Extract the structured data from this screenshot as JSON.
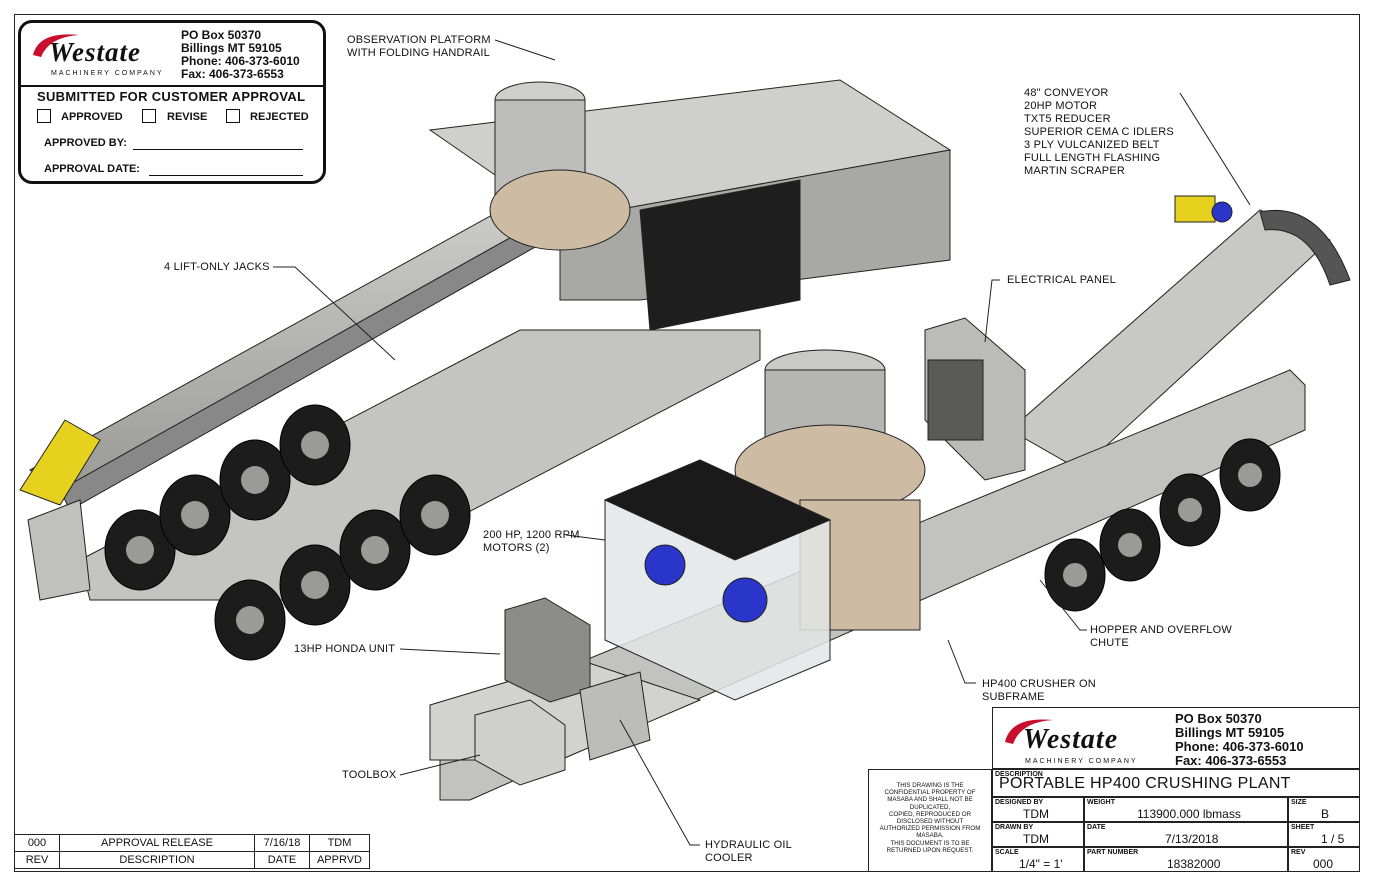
{
  "company": {
    "logo_word": "Westate",
    "logo_sub": "MACHINERY COMPANY",
    "address_lines": [
      "PO Box 50370",
      "Billings MT 59105",
      "Phone: 406-373-6010",
      "Fax: 406-373-6553"
    ]
  },
  "approval": {
    "title": "SUBMITTED FOR CUSTOMER APPROVAL",
    "options": [
      "APPROVED",
      "REVISE",
      "REJECTED"
    ],
    "approved_by_label": "APPROVED BY:",
    "approval_date_label": "APPROVAL DATE:"
  },
  "callouts": {
    "observation": "OBSERVATION PLATFORM\nWITH FOLDING HANDRAIL",
    "conveyor": "48\" CONVEYOR\n20HP MOTOR\nTXT5 REDUCER\nSUPERIOR CEMA C IDLERS\n3 PLY VULCANIZED BELT\nFULL LENGTH FLASHING\nMARTIN SCRAPER",
    "jacks": "4 LIFT-ONLY JACKS",
    "electrical": "ELECTRICAL PANEL",
    "motors": "200 HP, 1200 RPM\nMOTORS (2)",
    "honda": "13HP HONDA UNIT",
    "hopper": "HOPPER AND OVERFLOW\nCHUTE",
    "crusher": "HP400 CRUSHER ON\nSUBFRAME",
    "toolbox": "TOOLBOX",
    "hydraulic": "HYDRAULIC OIL\nCOOLER"
  },
  "revisions": {
    "rows": [
      [
        "000",
        "APPROVAL RELEASE",
        "7/16/18",
        "TDM"
      ]
    ],
    "headers": [
      "REV",
      "DESCRIPTION",
      "DATE",
      "APPRVD"
    ]
  },
  "title_block": {
    "confidential": "THIS DRAWING IS THE\nCONFIDENTIAL PROPERTY OF\nMASABA AND SHALL NOT BE\nDUPLICATED,\nCOPIED, REPRODUCED OR\nDISCLOSED WITHOUT\nAUTHORIZED PERMISSION FROM\nMASABA.\nTHIS DOCUMENT IS TO BE\nRETURNED UPON REQUEST.",
    "description_label": "DESCRIPTION",
    "description": "PORTABLE HP400 CRUSHING PLANT",
    "designed_by_label": "DESIGNED BY",
    "designed_by": "TDM",
    "weight_label": "WEIGHT",
    "weight": "113900.000 lbmass",
    "size_label": "SIZE",
    "size": "B",
    "drawn_by_label": "DRAWN BY",
    "drawn_by": "TDM",
    "date_label": "DATE",
    "date": "7/13/2018",
    "sheet_label": "SHEET",
    "sheet": "1 / 5",
    "scale_label": "SCALE",
    "scale": "1/4\" = 1'",
    "part_label": "PART NUMBER",
    "part_number": "18382000",
    "rev_label": "REV",
    "rev": "000"
  },
  "colors": {
    "line": "#222222",
    "logo_red": "#c8102e",
    "steel": "#b8b8b4",
    "tire": "#1c1c1c",
    "crusher": "#cdbba4",
    "motor_blue": "#2a35c9",
    "yellow": "#e6d21e"
  }
}
